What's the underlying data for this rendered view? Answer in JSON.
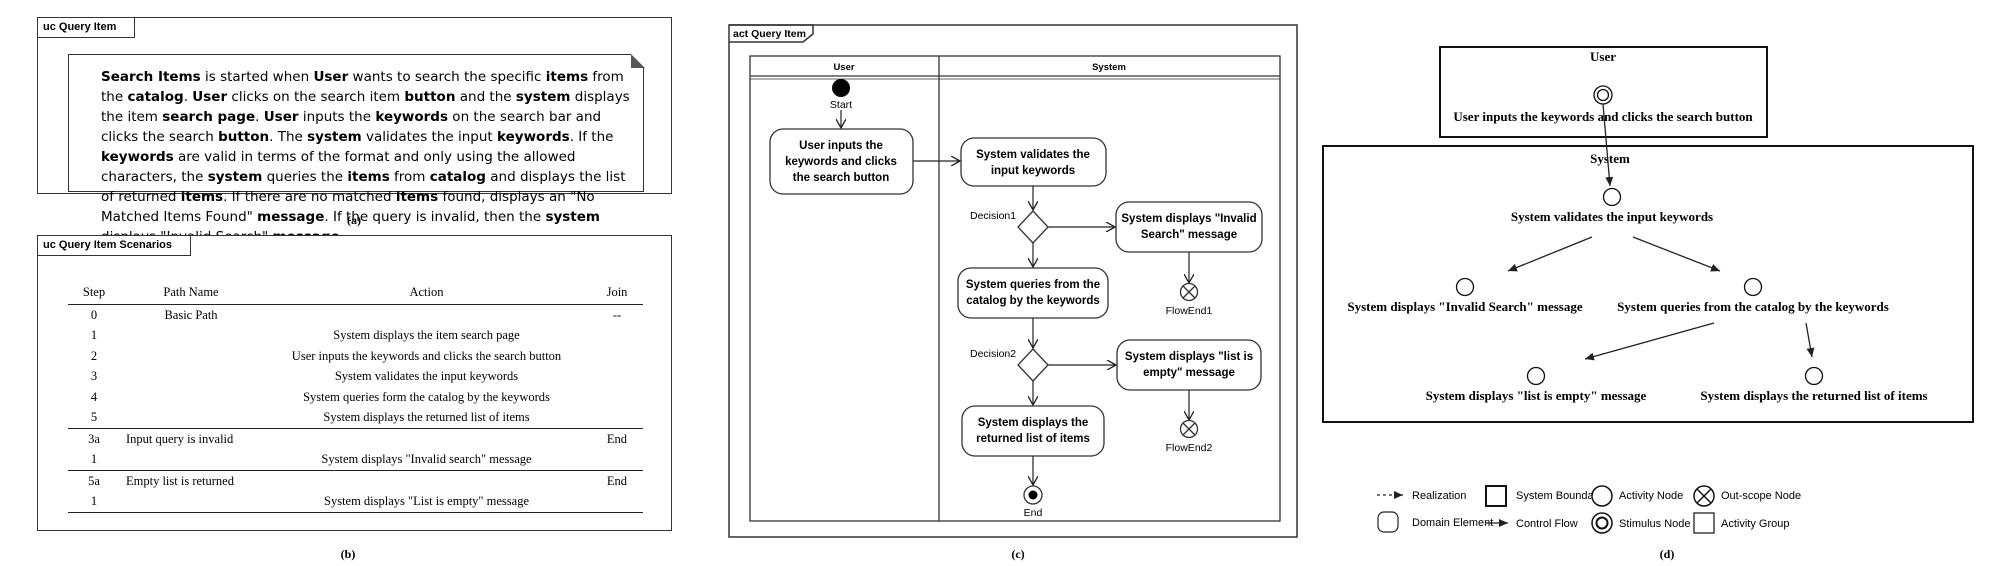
{
  "panel_a": {
    "frame_title": "uc Query Item",
    "caption": "(a)",
    "note": {
      "word_1": "Search Items",
      "text_1": " is started when ",
      "word_2": "User",
      "text_2": " wants to search the specific ",
      "word_3": "items",
      "text_3": " from the ",
      "word_4": "catalog",
      "text_4": ". ",
      "word_5": "User",
      "text_5": " clicks on the search item ",
      "word_6": "button",
      "text_6": " and the ",
      "word_7": "system",
      "text_7": " displays the item ",
      "word_8": "search page",
      "text_8": ". ",
      "word_9": "User",
      "text_9": " inputs the ",
      "word_10": "keywords",
      "text_10": " on the search bar and clicks the search ",
      "word_11": "button",
      "text_11": ". The ",
      "word_12": "system",
      "text_12": " validates the input ",
      "word_13": "keywords",
      "text_13": ". If the ",
      "word_14": "keywords",
      "text_14": " are valid in terms of the format and only using the allowed characters, the ",
      "word_15": "system",
      "text_15": " queries the ",
      "word_16": "items",
      "text_16": " from ",
      "word_17": "catalog",
      "text_17": " and displays the list of returned ",
      "word_18": "items",
      "text_18": ". If there are no matched ",
      "word_19": "items",
      "text_19": " found, displays an \"No Matched Items Found\" ",
      "word_20": "message",
      "text_20": ". If the query is invalid, then the ",
      "word_21": "system",
      "text_21": " displays \"Invalid Search\" ",
      "word_22": "message",
      "text_22": "."
    }
  },
  "panel_b": {
    "frame_title": "uc Query Item Scenarios",
    "caption": "(b)",
    "headers": [
      "Step",
      "Path Name",
      "Action",
      "Join"
    ],
    "rows": [
      {
        "step": "0",
        "path": "Basic Path",
        "action": "",
        "join": "--",
        "sep": false
      },
      {
        "step": "1",
        "path": "",
        "action": "System displays the item search page",
        "join": "",
        "sep": false
      },
      {
        "step": "2",
        "path": "",
        "action": "User inputs the keywords and clicks the search button",
        "join": "",
        "sep": false
      },
      {
        "step": "3",
        "path": "",
        "action": "System validates the input keywords",
        "join": "",
        "sep": false
      },
      {
        "step": "4",
        "path": "",
        "action": "System queries form the catalog by the keywords",
        "join": "",
        "sep": false
      },
      {
        "step": "5",
        "path": "",
        "action": "System displays the returned list of items",
        "join": "",
        "sep": false
      },
      {
        "step": "3a",
        "path": "Input query is invalid",
        "action": "",
        "join": "End",
        "sep": true
      },
      {
        "step": "1",
        "path": "",
        "action": "System displays \"Invalid search\" message",
        "join": "",
        "sep": false
      },
      {
        "step": "5a",
        "path": "Empty list is returned",
        "action": "",
        "join": "End",
        "sep": true
      },
      {
        "step": "1",
        "path": "",
        "action": "System displays \"List is empty\" message",
        "join": "",
        "sep": false
      }
    ]
  },
  "panel_c": {
    "frame_title": "act Query Item",
    "caption": "(c)",
    "lanes": {
      "left": "User",
      "right": "System"
    },
    "start_label": "Start",
    "end_label": "End",
    "user_action": [
      "User inputs the",
      "keywords and clicks",
      "the search button"
    ],
    "validate": [
      "System validates the",
      "input keywords"
    ],
    "decision1": "Decision1",
    "decision2": "Decision2",
    "invalid": [
      "System displays \"Invalid",
      "Search\" message"
    ],
    "query": [
      "System queries from the",
      "catalog by the keywords"
    ],
    "empty": [
      "System displays \"list is",
      "empty\" message"
    ],
    "returned": [
      "System displays the",
      "returned list of items"
    ],
    "flowend1": "FlowEnd1",
    "flowend2": "FlowEnd2"
  },
  "panel_d": {
    "caption": "(d)",
    "user_group": "User",
    "system_group": "System",
    "user_node": "User inputs the keywords and clicks the search button",
    "validate_node": "System validates the input keywords",
    "invalid_node": "System displays \"Invalid Search\" message",
    "query_node": "System queries from the catalog by the keywords",
    "empty_node": "System displays \"list is empty\" message",
    "returned_node": "System displays the returned list of items",
    "legend": {
      "realization": "Realization",
      "domain_element": "Domain Element",
      "system_boundary": "System Boundary",
      "control_flow": "Control Flow",
      "activity_node": "Activity Node",
      "stimulus_node": "Stimulus Node",
      "outscope_node": "Out-scope Node",
      "activity_group": "Activity Group"
    }
  }
}
